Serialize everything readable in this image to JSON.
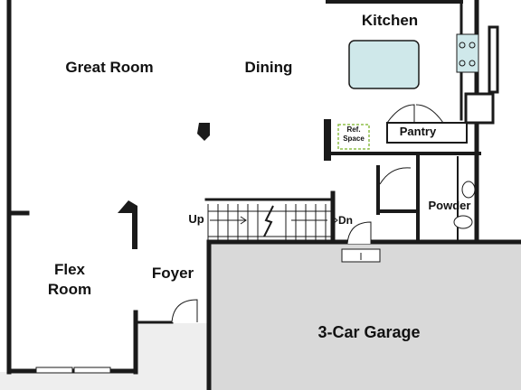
{
  "floorplan": {
    "rooms": {
      "great_room": "Great Room",
      "dining": "Dining",
      "kitchen": "Kitchen",
      "pantry": "Pantry",
      "powder": "Powder",
      "flex_line1": "Flex",
      "flex_line2": "Room",
      "foyer": "Foyer",
      "garage": "3-Car Garage"
    },
    "labels": {
      "ref_line1": "Ref.",
      "ref_line2": "Space",
      "stairs_up": "Up",
      "stairs_down": "Dn"
    },
    "colors": {
      "wall": "#1a1a1a",
      "garage_fill": "#d9d9d9",
      "room_fill": "#ffffff",
      "fixture_fill": "#cfe8ea",
      "ref_outline": "#8fbf4a",
      "exterior_ground": "#eeeeee"
    }
  }
}
